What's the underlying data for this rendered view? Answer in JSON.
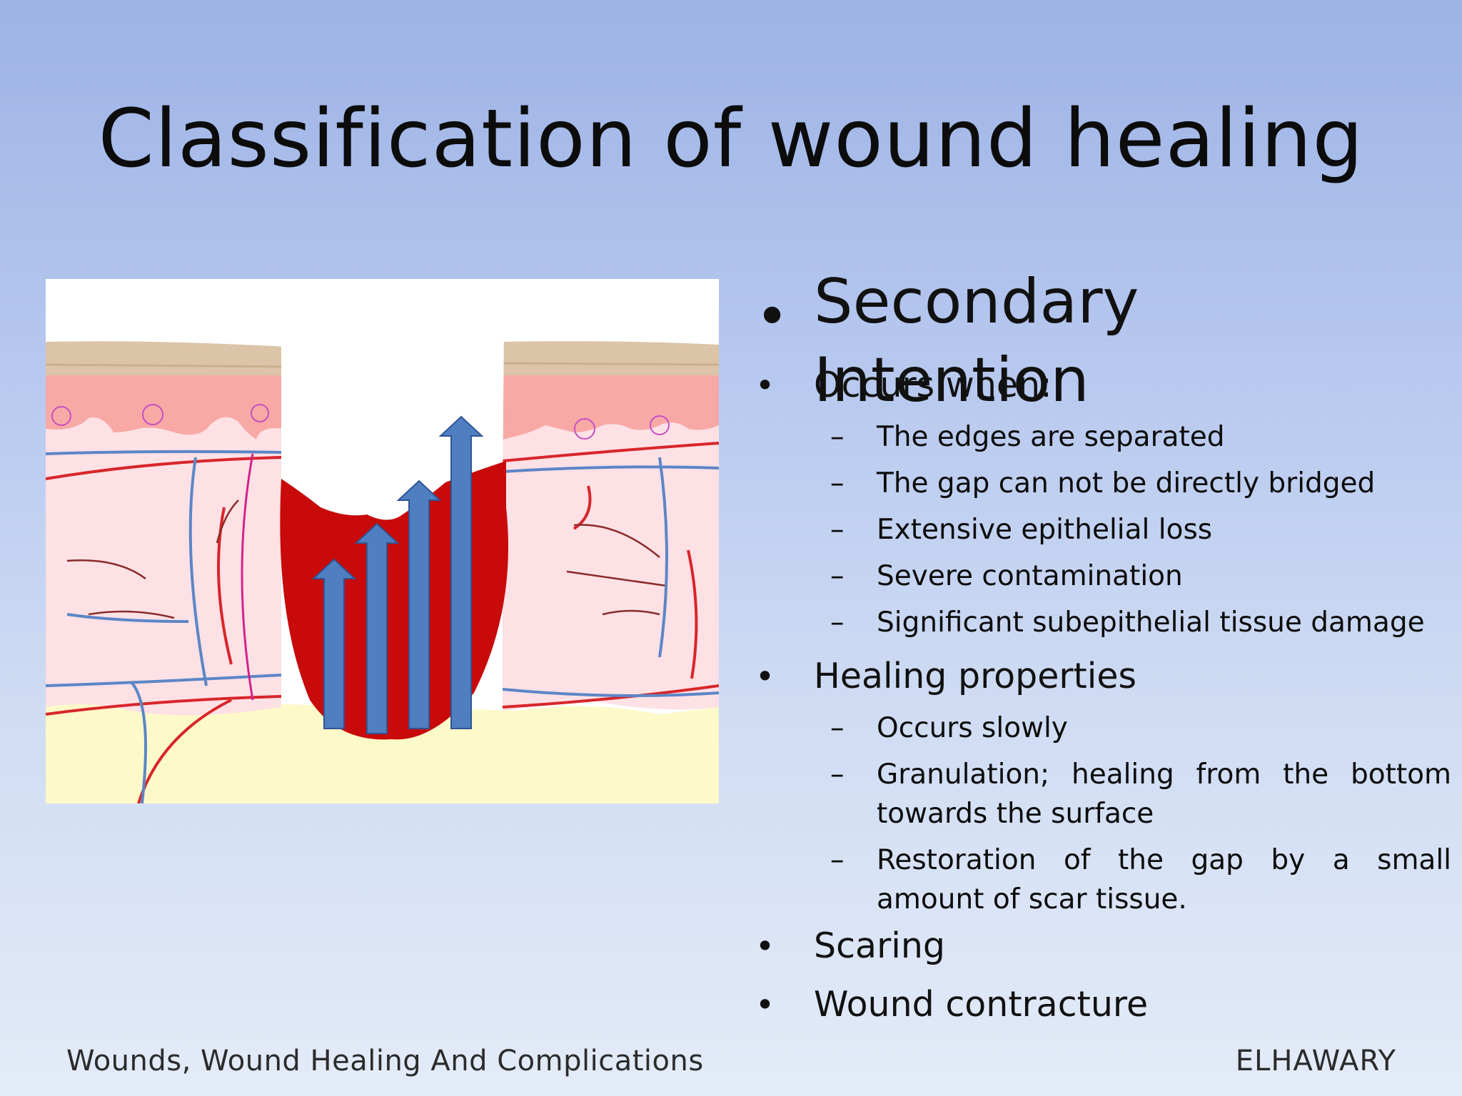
{
  "slide": {
    "title": "Classification of wound healing"
  },
  "illustration": {
    "icon": "wound-healing-secondary-intention-diagram"
  },
  "content": {
    "heading": "Secondary Intention",
    "occurs_label": "Occurs when:",
    "occurs_items": [
      "The edges are separated",
      "The gap can not be directly bridged",
      "Extensive epithelial loss",
      "Severe contamination",
      "Significant subepithelial tissue damage"
    ],
    "healing_label": "Healing properties",
    "healing_items": [
      "Occurs slowly",
      "Granulation; healing from the bottom towards the surface",
      "Restoration of the gap by a small amount of scar tissue."
    ],
    "scaring_label": "Scaring",
    "contracture_label": "Wound contracture"
  },
  "footer": {
    "left": "Wounds, Wound Healing And Complications",
    "right": "ELHAWARY"
  },
  "colors": {
    "wound_red": "#c80a0a",
    "arrow_blue": "#4f7fc0",
    "dermis_pink": "#fde0e4",
    "fat_yellow": "#fcf8c8"
  }
}
